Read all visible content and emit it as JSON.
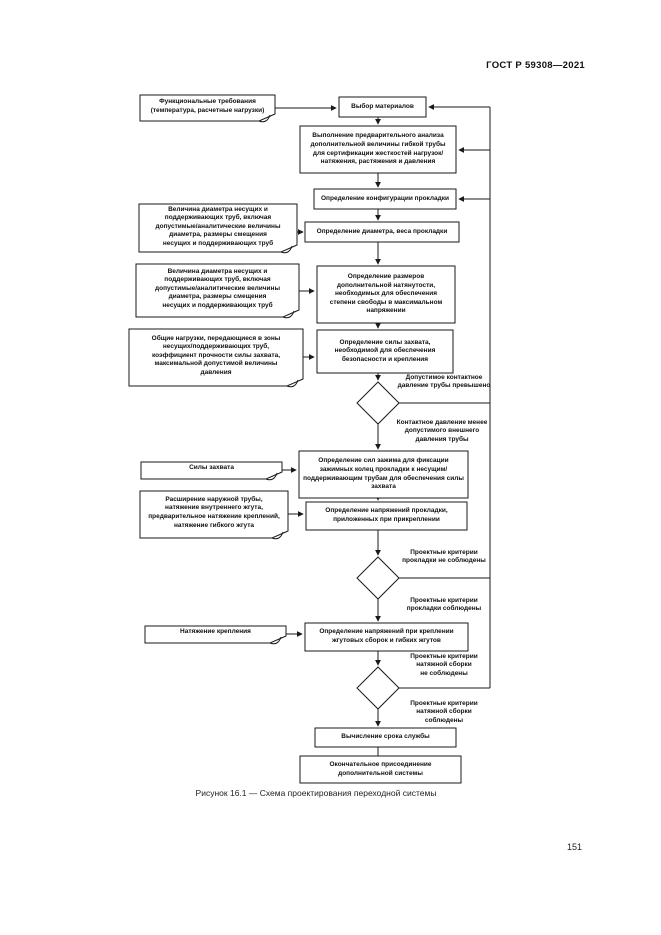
{
  "page": {
    "header": "ГОСТ Р 59308—2021",
    "caption": "Рисунок 16.1 — Схема проектирования переходной системы",
    "page_number": "151"
  },
  "flowchart": {
    "annotations": {
      "functional_requirements": "Функциональные требования\n(температура, расчетные нагрузки)",
      "pipe_diameters_1": "Величина диаметра несущих и\nподдерживающих труб, включая\nдопустимые/аналитические величины\nдиаметра, размеры смещения\nнесущих и поддерживающих труб",
      "pipe_diameters_2": "Величина диаметра несущих и\nподдерживающих труб, включая\nдопустимые/аналитические величины\nдиаметра, размеры смещения\nнесущих и поддерживающих труб",
      "transferred_loads": "Общие нагрузки, передающиеся в зоны\nнесущих/поддерживающих труб,\nкоэффициент прочности силы захвата,\nмаксимальной допустимой величины\nдавления",
      "grip_forces": "Силы захвата",
      "pipe_properties": "Расширение наружной трубы,\nнатяжение внутреннего жгута,\nпредварительное натяжение креплений,\nнатяжение гибкого жгута",
      "attachment_tension": "Натяжение крепления"
    },
    "processes": {
      "material_selection": "Выбор материалов",
      "preliminary_analysis": "Выполнение предварительного анализа\nдополнительной величины гибкой трубы\nдля сертификации жесткостей нагрузок/\nнатяжения, растяжения и давления",
      "configuration": "Определение конфигурации прокладки",
      "diameter_weight": "Определение диаметра, веса прокладки",
      "additional_slack": "Определение размеров\nдополнительной натянутости,\nнеобходимых для обеспечения\nстепени свободы в максимальном\nнапряжении",
      "grip_force": "Определение силы захвата,\nнеобходимой для обеспечения\nбезопасности и крепления",
      "clamp_forces": "Определение сил зажима для фиксации\nзажимных колец прокладки к несущим/\nподдерживающим трубам для обеспечения силы\nзахвата",
      "lay_stresses": "Определение напряжений прокладки,\nприложенных при прикреплении",
      "attachment_stresses": "Определение напряжений при креплении\nжгутовых сборок и гибких жгутов",
      "service_life": "Вычисление срока службы",
      "final_attachment": "Окончательное присоединение\nдополнительной системы"
    },
    "decision_labels": {
      "d1_fail": "Допустимое контактное\nдавление трубы превышено",
      "d1_pass": "Контактное давление менее\nдопустимого внешнего\nдавления трубы",
      "d2_fail": "Проектные критерии\nпрокладки не соблюдены",
      "d2_pass": "Проектные критерии\nпрокладки соблюдены",
      "d3_fail": "Проектные критерии\nнатяжной сборки\nне соблюдены",
      "d3_pass": "Проектные критерии\nнатяжной сборки\nсоблюдены"
    },
    "colors": {
      "line": "#1a1a1a",
      "text": "#111111",
      "background": "#ffffff"
    }
  }
}
